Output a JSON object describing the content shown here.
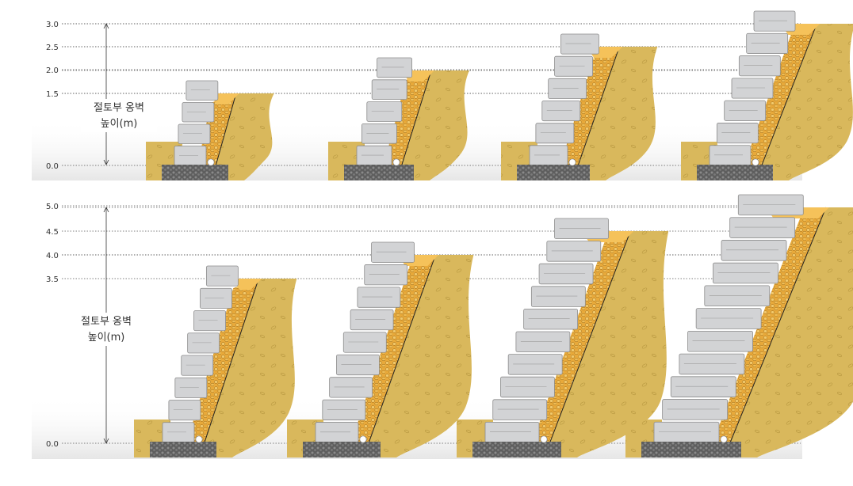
{
  "panels": [
    {
      "axis_title_line1": "절토부 옹벽",
      "axis_title_line2": "높이(m)",
      "ticks": [
        "3.0",
        "2.5",
        "2.0",
        "1.5",
        "0.0"
      ],
      "wall_heights": [
        "1.5",
        "2.0",
        "2.5",
        "3.0"
      ]
    },
    {
      "axis_title_line1": "절토부 옹벽",
      "axis_title_line2": "높이(m)",
      "ticks": [
        "5.0",
        "4.5",
        "4.0",
        "3.5",
        "0.0"
      ],
      "wall_heights": [
        "3.5",
        "4.0",
        "4.5",
        "5.0"
      ]
    }
  ],
  "colors": {
    "soil": "#D9B85C",
    "gravel": "#E8A93A",
    "cap_fill": "#F5C25A",
    "block": "#D2D3D5",
    "block_edge": "#8C8C8C",
    "base": "#5E5E5E",
    "reference_line": "#555555"
  }
}
